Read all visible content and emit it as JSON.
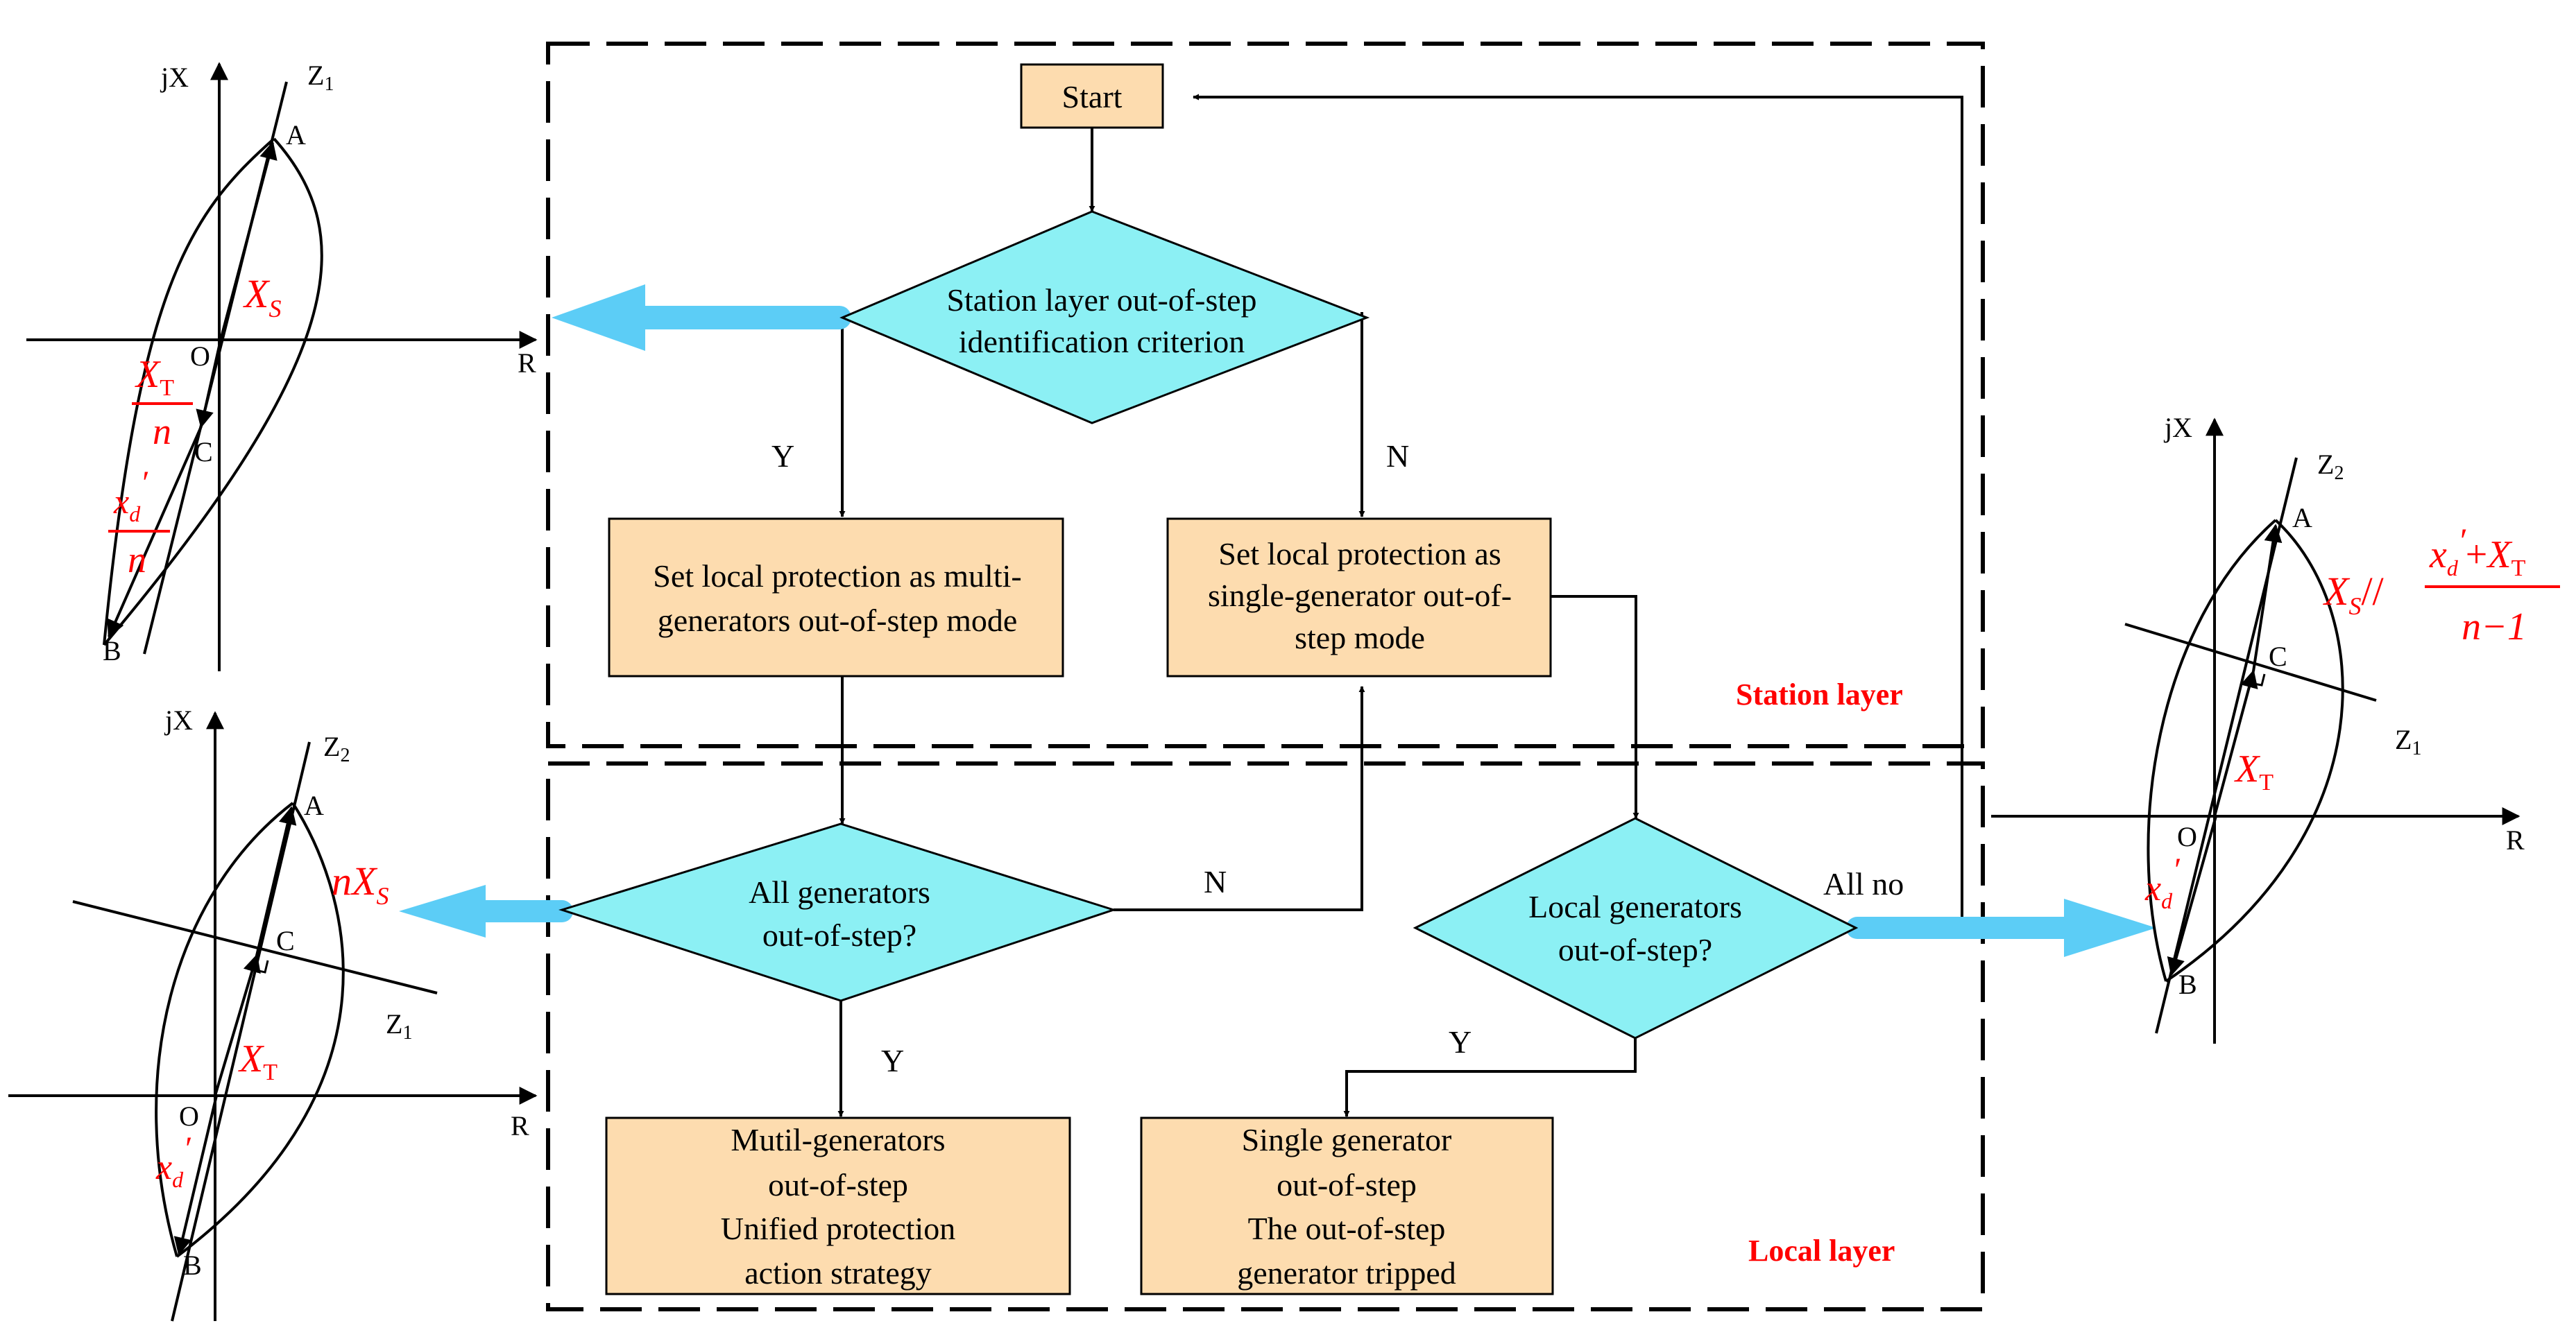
{
  "flow": {
    "start": "Start",
    "station_decision": [
      "Station layer out-of-step",
      "identification criterion"
    ],
    "multi_mode": [
      "Set local protection as multi-",
      "generators out-of-step mode"
    ],
    "single_mode": [
      "Set local protection as",
      "single-generator out-of-",
      "step mode"
    ],
    "all_decision": [
      "All generators",
      "out-of-step?"
    ],
    "local_decision": [
      "Local generators",
      "out-of-step?"
    ],
    "multi_strategy": [
      "Mutil-generators",
      "out-of-step",
      "Unified protection",
      "action strategy"
    ],
    "single_trip": [
      "Single generator",
      "out-of-step",
      "The out-of-step",
      "generator tripped"
    ]
  },
  "edges": {
    "y1": "Y",
    "n1": "N",
    "n2": "N",
    "y2": "Y",
    "y3": "Y",
    "all_no": "All no"
  },
  "layers": {
    "station": "Station layer",
    "local": "Local layer"
  },
  "plots": {
    "jx": "jX",
    "r": "R",
    "o": "O",
    "a": "A",
    "b": "B",
    "c": "C",
    "z1": "Z",
    "z2": "Z",
    "sub1": "1",
    "sub2": "2",
    "xs": "X",
    "xs_sub": "S",
    "xt": "X",
    "xt_sub": "T",
    "n": "n",
    "xd": "x",
    "xd_sub": "d",
    "prime": "′",
    "nxs_n": "n",
    "parallel": "//",
    "plus": "+",
    "n_minus_1": "n−1"
  },
  "colors": {
    "box_fill": "#fddcaf",
    "diamond_fill": "#8cf0f4",
    "arrow_blue": "#5ccdf6",
    "label_red": "#ff0000",
    "line": "#000000"
  }
}
